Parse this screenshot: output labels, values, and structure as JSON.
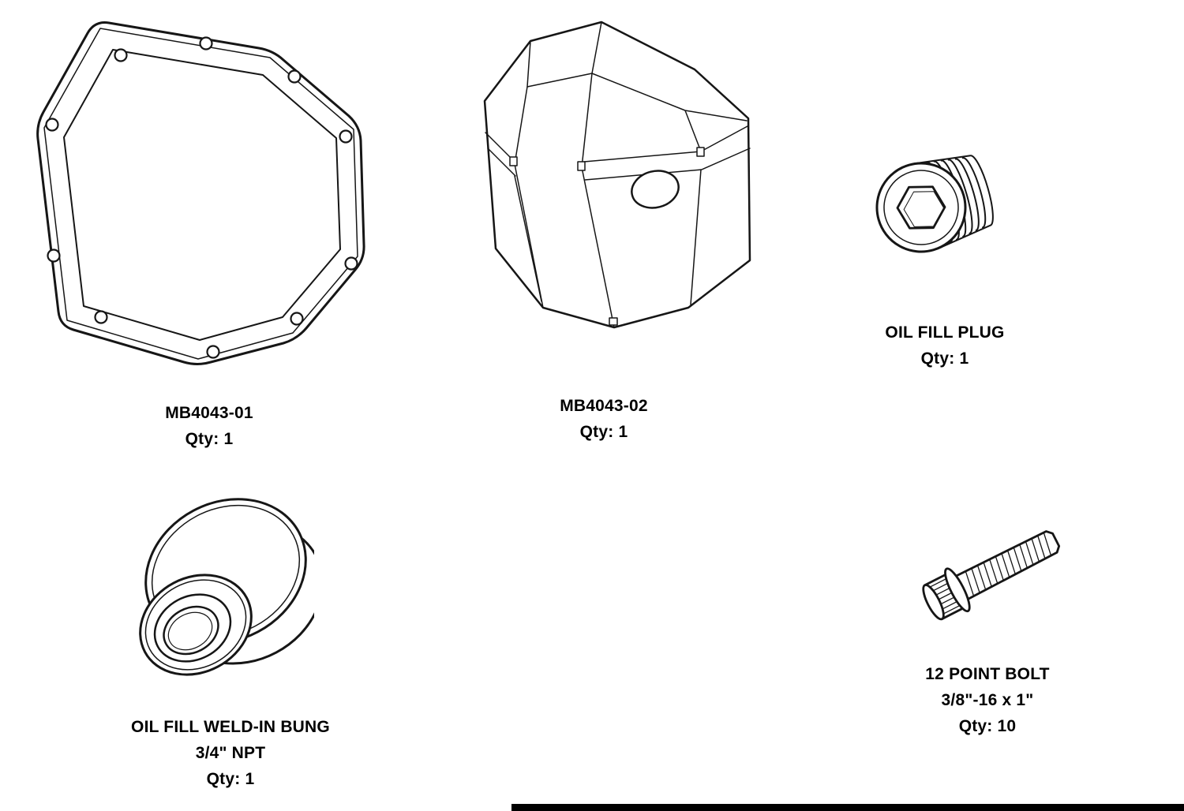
{
  "page": {
    "background": "#ffffff",
    "line_color": "#161616"
  },
  "parts": {
    "cover_plate": {
      "name": "MB4043-01",
      "qty": "Qty: 1"
    },
    "cover_shell": {
      "name": "MB4043-02",
      "qty": "Qty: 1"
    },
    "oil_fill_plug": {
      "name": "OIL FILL PLUG",
      "qty": "Qty: 1"
    },
    "weld_in_bung": {
      "name": "OIL FILL WELD-IN BUNG",
      "spec": "3/4\" NPT",
      "qty": "Qty: 1"
    },
    "twelve_point_bolt": {
      "name": "12 POINT BOLT",
      "spec": "3/8\"-16 x 1\"",
      "qty": "Qty: 10"
    }
  }
}
